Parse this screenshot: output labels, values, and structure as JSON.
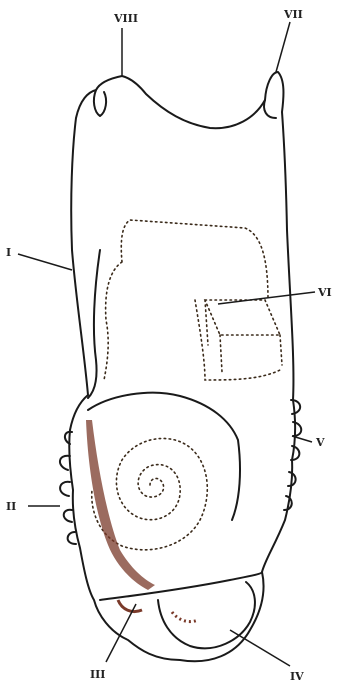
{
  "labels": {
    "viii": "VIII",
    "vii": "VII",
    "i": "I",
    "vi": "VI",
    "v": "V",
    "ii": "II",
    "iii": "III",
    "iv": "IV"
  },
  "colors": {
    "body_fill": "#f2ec9a",
    "outline": "#1a1a1a",
    "shading": "#7a3a2a"
  }
}
